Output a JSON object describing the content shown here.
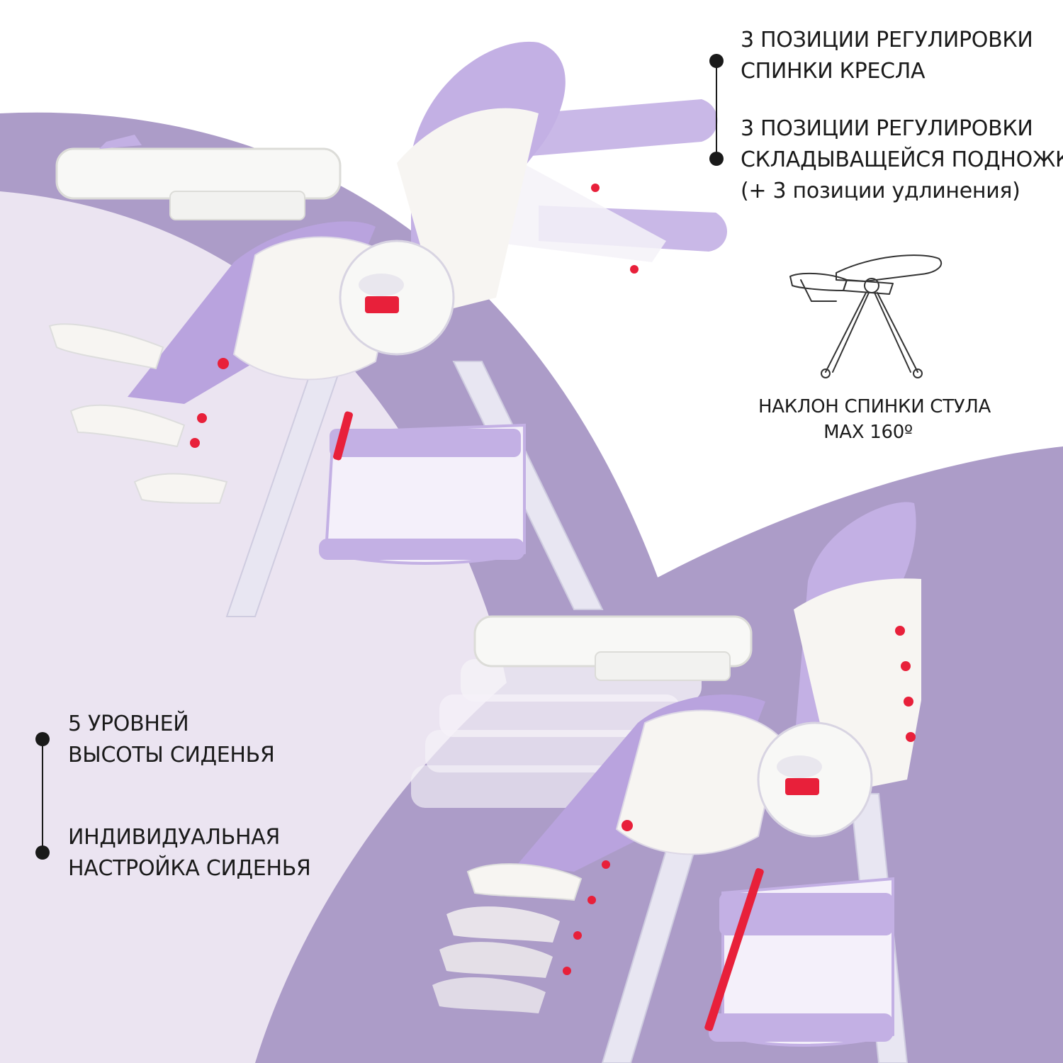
{
  "features": {
    "backrest": {
      "line1": "3 ПОЗИЦИИ РЕГУЛИРОВКИ",
      "line2": "СПИНКИ КРЕСЛА"
    },
    "footrest": {
      "line1": "3 ПОЗИЦИИ РЕГУЛИРОВКИ",
      "line2": "СКЛАДЫВАЩЕЙСЯ ПОДНОЖКИ",
      "line3": "(+ 3 позиции удлинения)"
    },
    "recline": {
      "line1": "НАКЛОН СПИНКИ СТУЛА",
      "line2": "MAX 160º"
    },
    "seat_height": {
      "line1": "5 УРОВНЕЙ",
      "line2": "ВЫСОТЫ СИДЕНЬЯ"
    },
    "seat_custom": {
      "line1": "ИНДИВИДУАЛЬНАЯ",
      "line2": "НАСТРОЙКА СИДЕНЬЯ"
    }
  },
  "colors": {
    "purple_dark": "#ac9cc8",
    "purple_light": "#ebe4f1",
    "lavender": "#c3b0e4",
    "red": "#e8203a",
    "text": "#1a1a1a"
  },
  "icons": {
    "chair_outline": "high-chair-reclined-outline-icon"
  }
}
